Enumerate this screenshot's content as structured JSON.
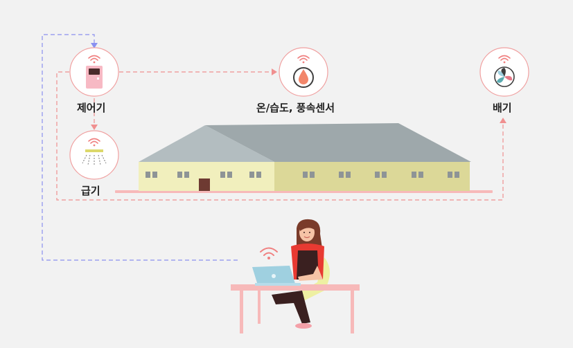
{
  "nodes": {
    "controller": {
      "label": "제어기"
    },
    "supply": {
      "label": "급기"
    },
    "sensor": {
      "label": "온/습도, 풍속센서"
    },
    "exhaust": {
      "label": "배기"
    }
  },
  "colors": {
    "background": "#f2f2f2",
    "circle_fill": "#ffffff",
    "circle_stroke": "#f0a0a0",
    "signal": "#f08080",
    "dashed_red": "#f09090",
    "dashed_blue": "#8a90f0",
    "roof": "#9ea8ab",
    "roof_light": "#b3bdc0",
    "wall_left": "#f1efbd",
    "wall_right": "#dcd898",
    "window": "#8e9496",
    "door": "#6e3a32",
    "ground": "#f7b9b9",
    "desk": "#f7b9b9",
    "laptop": "#9fd0e0"
  },
  "icons": {
    "controller": "controller-device-icon",
    "supply": "air-supply-icon",
    "sensor": "water-drop-icon",
    "exhaust": "fan-icon",
    "wifi": "wifi-icon"
  }
}
